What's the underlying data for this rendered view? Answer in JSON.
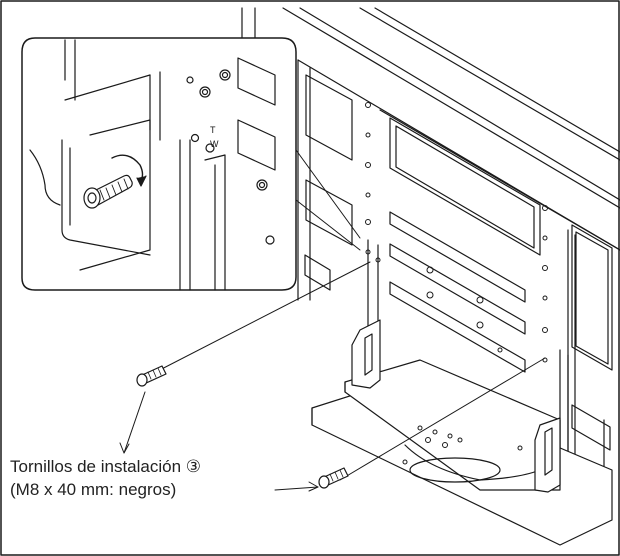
{
  "diagram": {
    "caption_line1": "Tornillos de instalación ③",
    "caption_line2": "(M8 x 40 mm: negros)",
    "inset_marks": {
      "mark_t": "T",
      "mark_w": "W"
    },
    "colors": {
      "line": "#1a1a1a",
      "background": "#ffffff"
    },
    "icons": [
      "screw-icon",
      "rotation-arrow-icon"
    ]
  }
}
